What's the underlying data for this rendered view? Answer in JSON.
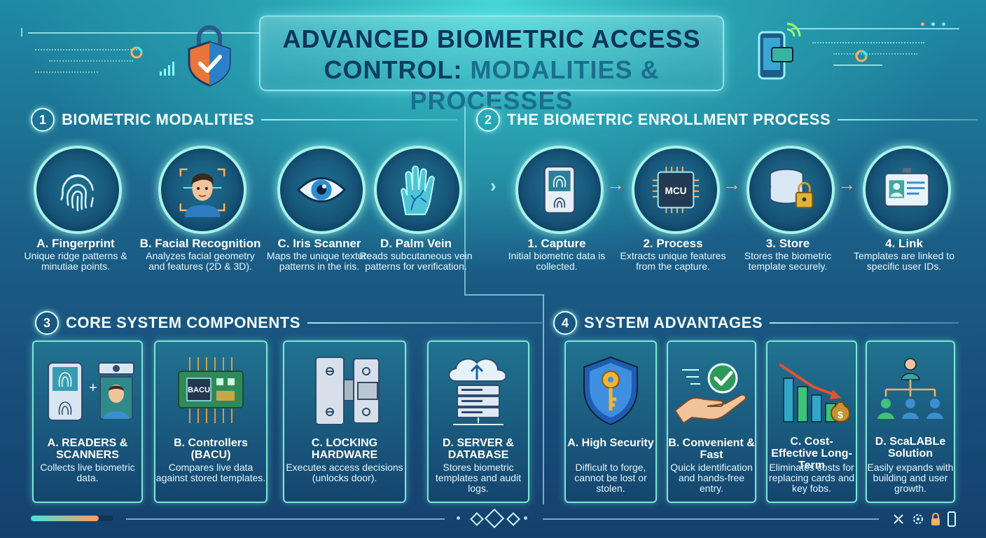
{
  "header": {
    "title_line1": "ADVANCED BIOMETRIC ACCESS",
    "title_line2a": "CONTROL: ",
    "title_line2b": "MODALITIES & PROCESSES"
  },
  "sections": {
    "s1": {
      "num": "1",
      "title": "BIOMETRIC MODALITIES"
    },
    "s2": {
      "num": "2",
      "title": "THE BIOMETRIC ENROLLMENT PROCESS"
    },
    "s3": {
      "num": "3",
      "title": "CORE SYSTEM COMPONENTS"
    },
    "s4": {
      "num": "4",
      "title": "SYSTEM ADVANTAGES"
    }
  },
  "modalities": [
    {
      "label": "A. Fingerprint",
      "desc": "Unique ridge patterns & minutiae points.",
      "icon": "fingerprint-icon"
    },
    {
      "label": "B. Facial Recognition",
      "desc": "Analyzes facial geometry and features (2D & 3D).",
      "icon": "face-icon"
    },
    {
      "label": "C. Iris Scanner",
      "desc": "Maps the unique texture patterns in the iris.",
      "icon": "eye-icon"
    },
    {
      "label": "D. Palm Vein",
      "desc": "Reads subcutaneous vein patterns for verification.",
      "icon": "palm-icon"
    }
  ],
  "process": [
    {
      "label": "1. Capture",
      "desc": "Initial biometric data is collected.",
      "icon": "scanner-icon"
    },
    {
      "label": "2. Process",
      "desc": "Extracts unique features from the capture.",
      "icon": "chip-icon",
      "chip_text": "MCU"
    },
    {
      "label": "3. Store",
      "desc": "Stores the biometric template securely.",
      "icon": "database-lock-icon"
    },
    {
      "label": "4. Link",
      "desc": "Templates are linked to specific user IDs.",
      "icon": "id-card-icon"
    }
  ],
  "components": [
    {
      "title": "A. READERS & SCANNERS",
      "desc": "Collects live biometric data.",
      "icon": "reader-icon"
    },
    {
      "title": "B. Controllers (BACU)",
      "desc": "Compares live data against stored templates.",
      "icon": "circuit-board-icon",
      "chip_text": "BACU"
    },
    {
      "title": "C. LOCKING HARDWARE",
      "desc": "Executes access decisions (unlocks door).",
      "icon": "lock-hardware-icon"
    },
    {
      "title": "D. SERVER & DATABASE",
      "desc": "Stores biometric templates and audit logs.",
      "icon": "cloud-server-icon"
    }
  ],
  "advantages": [
    {
      "title": "A. High Security",
      "desc": "Difficult to forge, cannot be lost or stolen.",
      "icon": "shield-key-icon"
    },
    {
      "title": "B. Convenient & Fast",
      "desc": "Quick identification and hands-free entry.",
      "icon": "hand-check-icon"
    },
    {
      "title": "C. Cost-Effective Long-Term",
      "desc": "Eliminates costs for replacing cards and key fobs.",
      "icon": "cost-chart-icon"
    },
    {
      "title": "D. ScaLABLe Solution",
      "desc": "Easily expands with building and user growth.",
      "icon": "org-chart-icon"
    }
  ],
  "colors": {
    "accent": "#a8f2e8",
    "title_dark": "#0c3558",
    "arrow": "#ffb080"
  }
}
